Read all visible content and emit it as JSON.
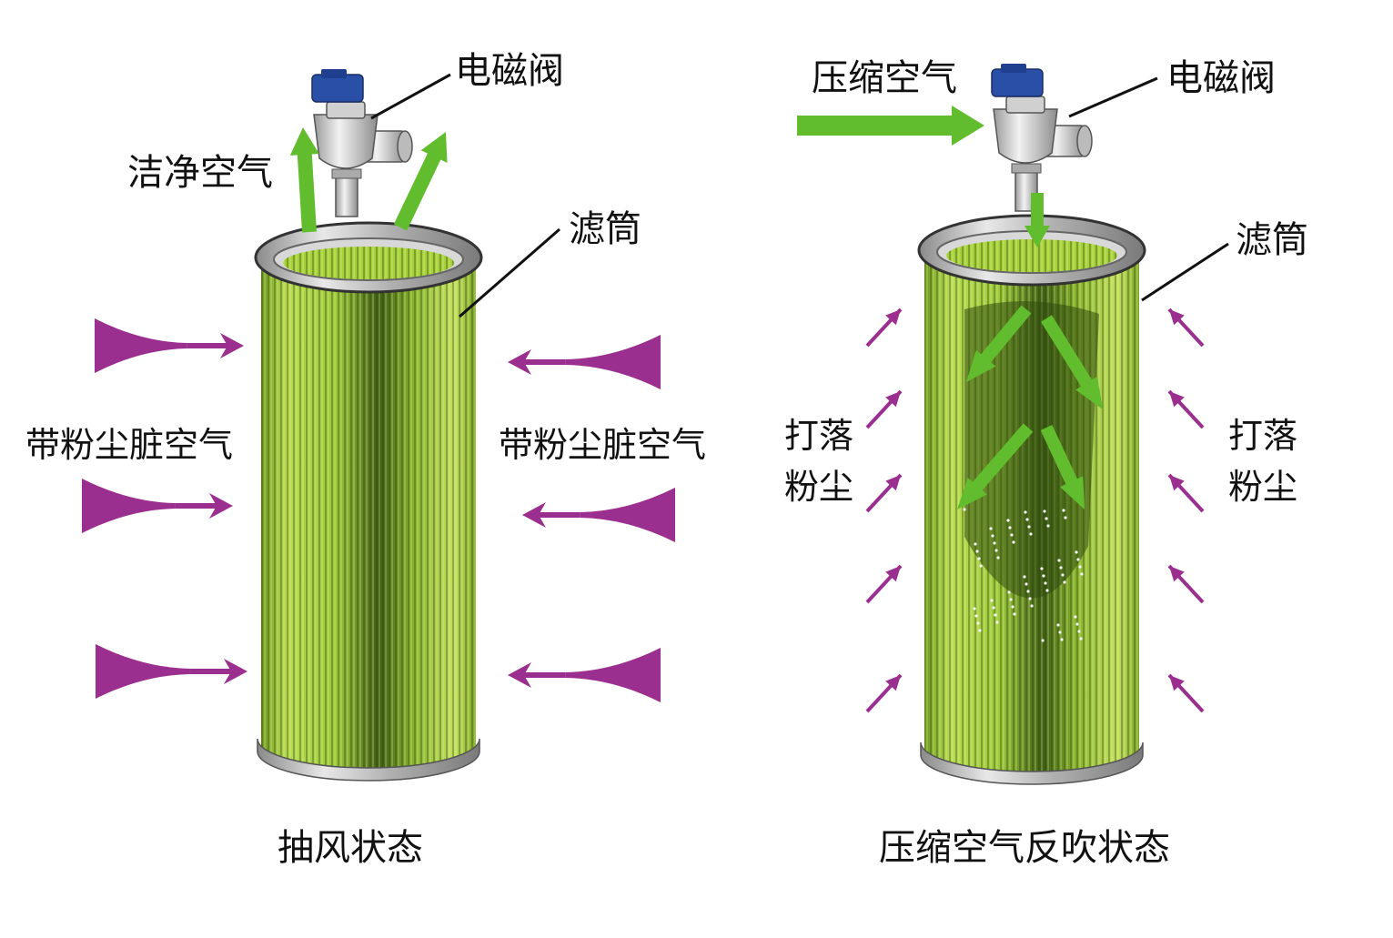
{
  "left_panel": {
    "valve_label": "电磁阀",
    "clean_air_label": "洁净空气",
    "filter_label": "滤筒",
    "dirty_air_left_label": "带粉尘脏空气",
    "dirty_air_right_label": "带粉尘脏空气",
    "caption": "抽风状态"
  },
  "right_panel": {
    "compressed_air_label": "压缩空气",
    "valve_label": "电磁阀",
    "filter_label": "滤筒",
    "dust_left_line1": "打落",
    "dust_left_line2": "粉尘",
    "dust_right_line1": "打落",
    "dust_right_line2": "粉尘",
    "caption": "压缩空气反吹状态"
  },
  "colors": {
    "filter_green": "#a6d13a",
    "filter_dark": "#2f4a0f",
    "arrow_green": "#62bd2e",
    "dirty_air_purple": "#9b2f8f",
    "valve_blue": "#2a4fa6",
    "metal": "#c9c9c9"
  },
  "icons": {
    "valve": "solenoid-valve-icon",
    "filter": "filter-cartridge-icon"
  }
}
